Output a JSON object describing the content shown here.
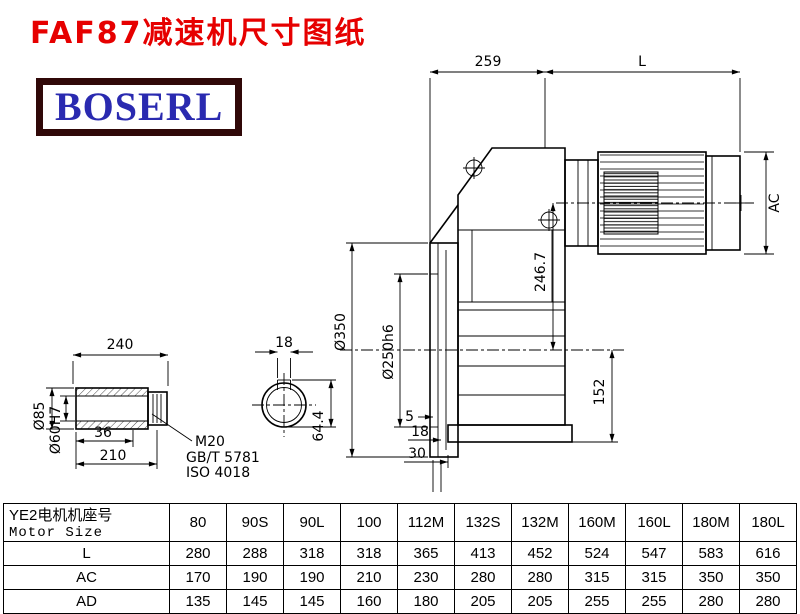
{
  "header": {
    "title": "FAF87减速机尺寸图纸",
    "logo": "BOSERL"
  },
  "colors": {
    "title_red": "#e60000",
    "logo_text_blue": "#2a2ab0",
    "logo_border": "#300808",
    "line": "#000000"
  },
  "drawing": {
    "dims": {
      "gearbox_length": "259",
      "motor_length": "L",
      "motor_diameter": "AC",
      "flange_diameter": "Ø350",
      "spigot_diameter": "Ø250h6",
      "axis_distance": "246.7",
      "center_height": "152",
      "offset_5": "5",
      "offset_18": "18",
      "offset_30": "30",
      "keyway_height": "64.4",
      "shaft_length": "240",
      "keyway_width": "18",
      "shaft_diameter": "Ø85",
      "bore_diameter": "Ø60H7",
      "step_36": "36",
      "length_210": "210",
      "thread": "M20",
      "standard_gb": "GB/T 5781",
      "standard_iso": "ISO 4018"
    }
  },
  "table": {
    "header": {
      "cn": "YE2电机机座号",
      "en": "Motor Size"
    },
    "sizes": [
      "80",
      "90S",
      "90L",
      "100",
      "112M",
      "132S",
      "132M",
      "160M",
      "160L",
      "180M",
      "180L"
    ],
    "rows": [
      {
        "label": "L",
        "values": [
          "280",
          "288",
          "318",
          "318",
          "365",
          "413",
          "452",
          "524",
          "547",
          "583",
          "616"
        ]
      },
      {
        "label": "AC",
        "values": [
          "170",
          "190",
          "190",
          "210",
          "230",
          "280",
          "280",
          "315",
          "315",
          "350",
          "350"
        ]
      },
      {
        "label": "AD",
        "values": [
          "135",
          "145",
          "145",
          "160",
          "180",
          "205",
          "205",
          "255",
          "255",
          "280",
          "280"
        ]
      }
    ]
  }
}
